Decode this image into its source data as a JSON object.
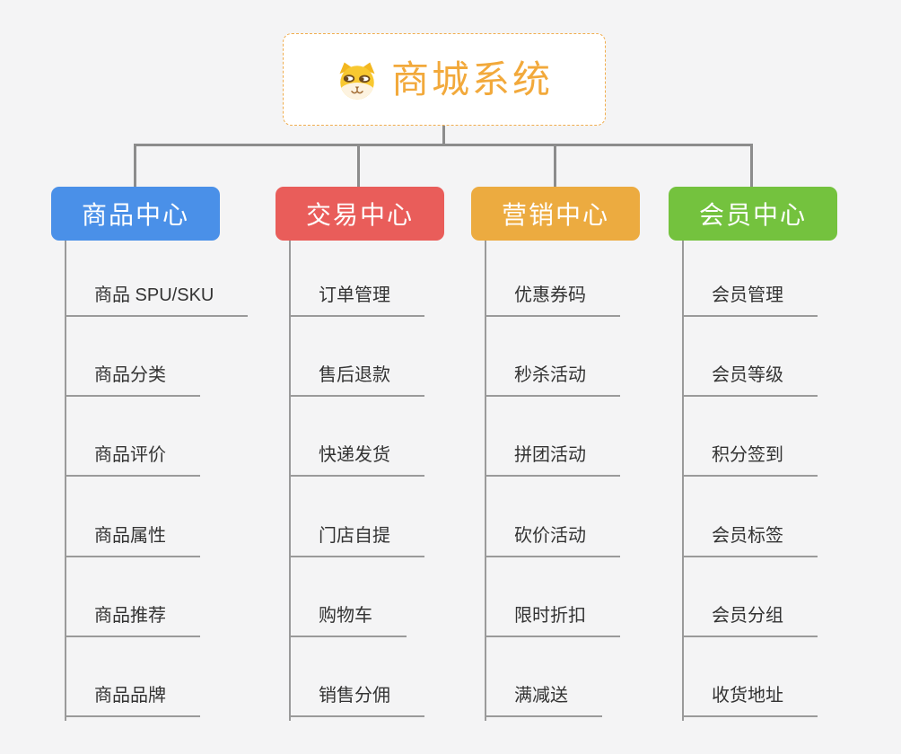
{
  "page": {
    "background_color": "#f4f4f5",
    "connector_color": "#8c8c8c",
    "leaf_line_color": "#9a9a9a"
  },
  "root": {
    "title": "商城系统",
    "icon": "dog-face-icon",
    "text_color": "#f2a93b",
    "border_color": "#f0ad4e"
  },
  "branches": [
    {
      "label": "商品中心",
      "color": "#4a90e8",
      "items": [
        "商品 SPU/SKU",
        "商品分类",
        "商品评价",
        "商品属性",
        "商品推荐",
        "商品品牌"
      ]
    },
    {
      "label": "交易中心",
      "color": "#e95d5a",
      "items": [
        "订单管理",
        "售后退款",
        "快递发货",
        "门店自提",
        "购物车",
        "销售分佣"
      ]
    },
    {
      "label": "营销中心",
      "color": "#ecab40",
      "items": [
        "优惠券码",
        "秒杀活动",
        "拼团活动",
        "砍价活动",
        "限时折扣",
        "满减送"
      ]
    },
    {
      "label": "会员中心",
      "color": "#74c23e",
      "items": [
        "会员管理",
        "会员等级",
        "积分签到",
        "会员标签",
        "会员分组",
        "收货地址"
      ]
    }
  ]
}
